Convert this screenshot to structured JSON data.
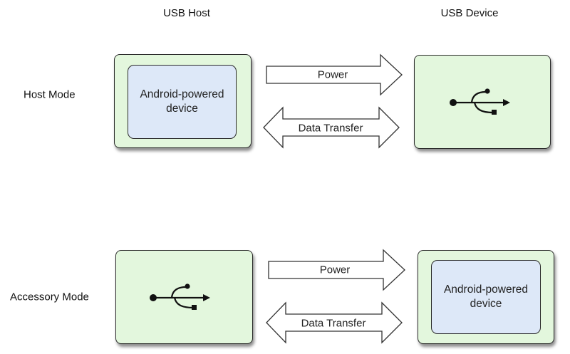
{
  "columns": {
    "host": "USB Host",
    "device": "USB Device"
  },
  "rows": [
    {
      "label": "Host Mode",
      "left": {
        "kind": "android",
        "text_line1": "Android-powered",
        "text_line2": "device"
      },
      "right": {
        "kind": "usb-icon"
      },
      "power_label": "Power",
      "data_label": "Data Transfer"
    },
    {
      "label": "Accessory Mode",
      "left": {
        "kind": "usb-icon"
      },
      "right": {
        "kind": "android",
        "text_line1": "Android-powered",
        "text_line2": "device"
      },
      "power_label": "Power",
      "data_label": "Data Transfer"
    }
  ],
  "colors": {
    "outer_box": "#e3f7dd",
    "inner_box": "#dde8f8",
    "border": "#2a2a2a"
  }
}
